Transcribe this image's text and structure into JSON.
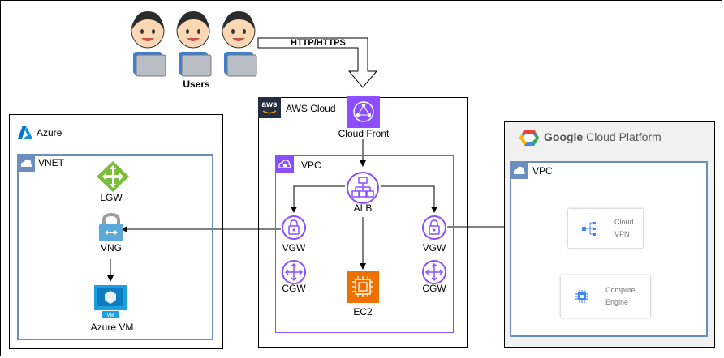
{
  "users": {
    "label": "Users"
  },
  "edge_label": "HTTP/HTTPS",
  "azure": {
    "title": "Azure",
    "vnet": "VNET",
    "lgw": "LGW",
    "vng": "VNG",
    "vm": "Azure VM",
    "vm_badge": "VM"
  },
  "aws": {
    "badge": "aws",
    "title": "AWS Cloud",
    "cloudfront": "Cloud Front",
    "vpc": "VPC",
    "alb": "ALB",
    "vgw_left": "VGW",
    "vgw_right": "VGW",
    "cgw_left": "CGW",
    "cgw_right": "CGW",
    "ec2": "EC2"
  },
  "gcp": {
    "brand": "Google",
    "title": "Cloud Platform",
    "vpc": "VPC",
    "vpn_line1": "Cloud",
    "vpn_line2": "VPN",
    "ce_line1": "Compute",
    "ce_line2": "Engine"
  },
  "colors": {
    "aws_vpc": "#8C4FFF",
    "cloudfront": "#8C4FFF",
    "ec2": "#ED7100",
    "azure_border": "#6C8EBF",
    "lgw": "#7BBE3C",
    "vng": "#5AA9D6",
    "vm": "#1BA1E2",
    "gcp_blue": "#4285F4"
  }
}
